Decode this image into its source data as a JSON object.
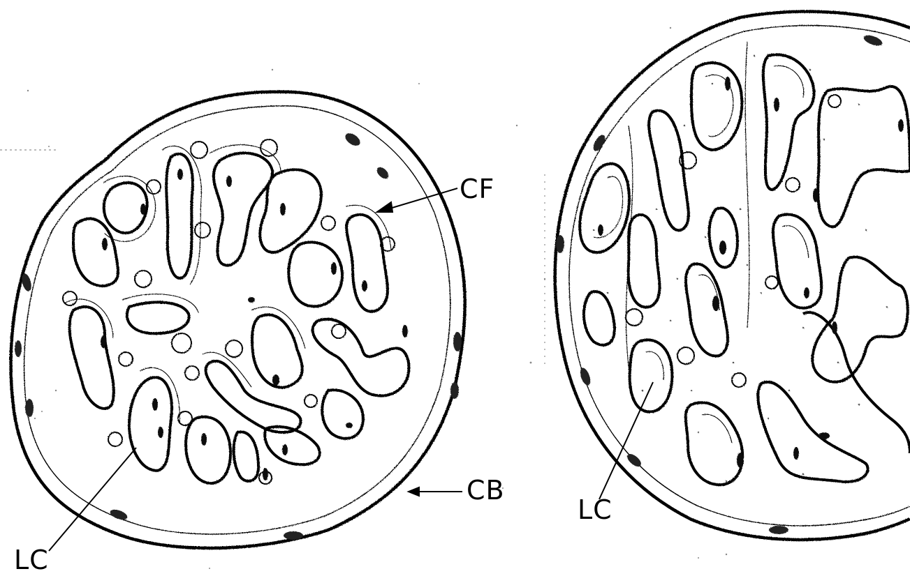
{
  "labels": {
    "cf": "CF",
    "cb": "CB",
    "lc_left": "LC",
    "lc_right": "LC"
  },
  "colors": {
    "ink": "#000000",
    "paper": "#ffffff",
    "speckle": "#555555"
  }
}
